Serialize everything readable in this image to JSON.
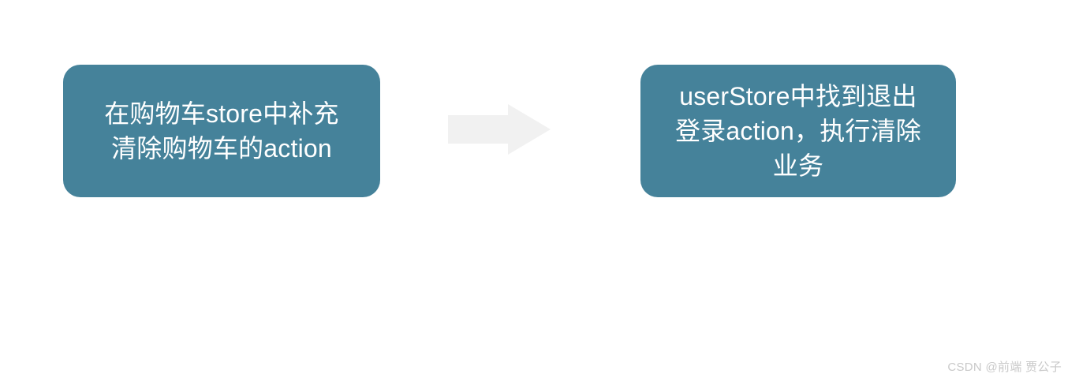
{
  "diagram": {
    "type": "flow",
    "background_color": "#ffffff",
    "node_fill_color": "#45829a",
    "node_text_color": "#ffffff",
    "arrow_color": "#f1f1f1",
    "nodes": [
      {
        "id": "source",
        "name": "cart-store-action-node",
        "text": "在购物车store中补充\n清除购物车的action",
        "lines": [
          "在购物车store中补充",
          "清除购物车的action"
        ]
      },
      {
        "id": "target",
        "name": "user-store-logout-node",
        "text": "userStore中找到退出\n登录action，执行清除\n业务",
        "lines": [
          "userStore中找到退出",
          "登录action，执行清除",
          "业务"
        ]
      }
    ],
    "connectors": [
      {
        "id": "source-to-target",
        "name": "right-arrow-icon",
        "from": "source",
        "to": "target",
        "direction": "right",
        "label": ""
      }
    ]
  },
  "watermark": {
    "text": "CSDN @前端 贾公子"
  }
}
